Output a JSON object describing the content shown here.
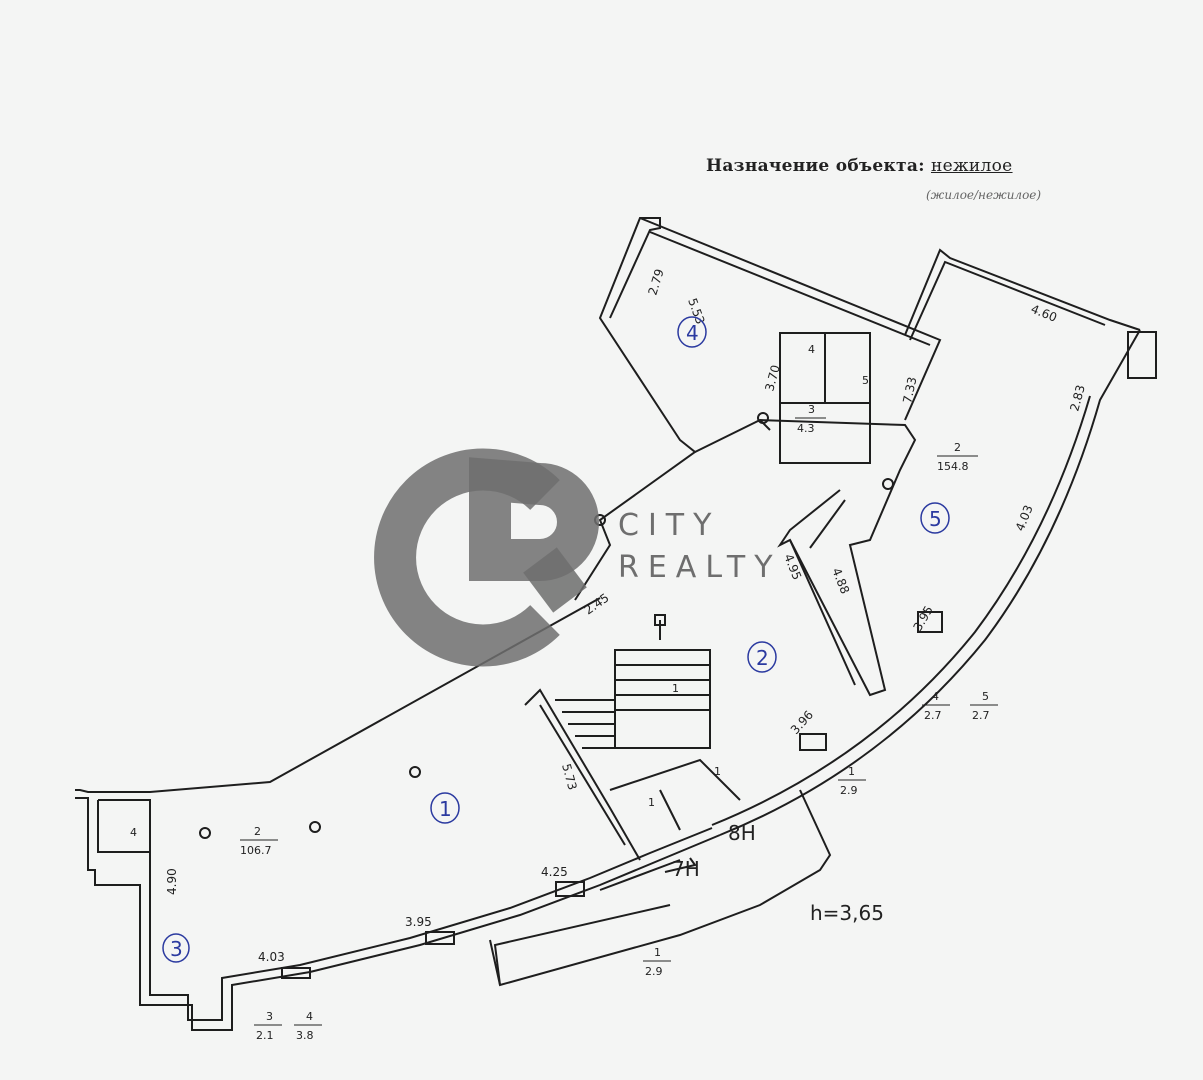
{
  "header": {
    "purpose_label": "Назначение объекта:",
    "purpose_value": "нежилое",
    "purpose_hint": "(жилое/нежилое)"
  },
  "watermark": {
    "line1": "CITY",
    "line2": "REALTY"
  },
  "ceiling_height": "h=3,65",
  "unit_labels": {
    "unit_7": "7Н",
    "unit_8": "8Н"
  },
  "room_numbers": [
    "1",
    "2",
    "3",
    "4",
    "5"
  ],
  "room_areas": {
    "r1": {
      "num": "2",
      "area": "106.7"
    },
    "r2": {
      "num": "2",
      "area": "154.8"
    },
    "r3": {
      "num": "3",
      "area": "4.3"
    },
    "small4": "4",
    "small5": "5",
    "small4b": "4"
  },
  "stair_labels": [
    "1",
    "1",
    "1"
  ],
  "fractions": {
    "f1": {
      "top": "4",
      "bottom": "2.7"
    },
    "f2": {
      "top": "5",
      "bottom": "2.7"
    },
    "f3": {
      "top": "1",
      "bottom": "2.9"
    },
    "f4": {
      "top": "1",
      "bottom": "2.9"
    },
    "f5": {
      "top": "3",
      "bottom": "2.1"
    },
    "f6": {
      "top": "4",
      "bottom": "3.8"
    }
  },
  "dimensions": [
    "2.79",
    "5.53",
    "3.70",
    "7.33",
    "4.60",
    "2.83",
    "4.03",
    "3.95",
    "3.96",
    "4.95",
    "4.88",
    "2.45",
    "5.73",
    "4.25",
    "3.95",
    "4.03",
    "4.90"
  ],
  "colors": {
    "line": "#1e1e1e",
    "room_marker": "#2b3aa0",
    "logo": "#6e6e6e",
    "paper": "#f4f5f4"
  }
}
